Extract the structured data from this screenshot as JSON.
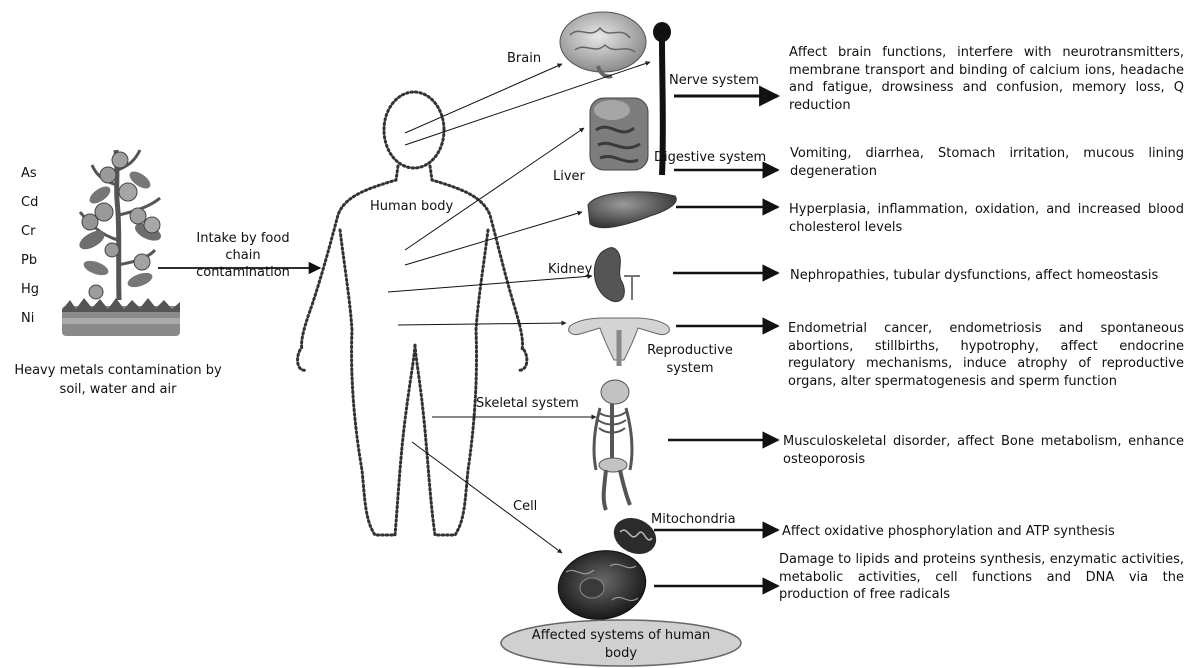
{
  "metals": [
    "As",
    "Cd",
    "Cr",
    "Pb",
    "Hg",
    "Ni"
  ],
  "source_caption": "Heavy metals contamination by soil, water and air",
  "intake_label": "Intake by food chain contamination",
  "human_body_label": "Human body",
  "organ_labels": {
    "brain": "Brain",
    "nerve": "Nerve system",
    "digestive": "Digestive system",
    "liver": "Liver",
    "kidney": "Kidney",
    "reproductive": "Reproductive system",
    "skeletal": "Skeletal system",
    "cell": "Cell",
    "mitochondria": "Mitochondria"
  },
  "effects": {
    "nerve": "Affect brain functions,  interfere with neurotransmitters, membrane transport and binding of calcium ions, headache and fatigue, drowsiness and confusion, memory loss, Q reduction",
    "digestive": "Vomiting, diarrhea, Stomach irritation, mucous lining degeneration",
    "liver": "Hyperplasia, inflammation, oxidation, and increased blood cholesterol levels",
    "kidney": "Nephropathies, tubular dysfunctions, affect homeostasis",
    "reproductive": "Endometrial cancer, endometriosis and spontaneous abortions, stillbirths, hypotrophy, affect endocrine regulatory mechanisms, induce atrophy of reproductive organs, alter spermatogenesis and sperm function",
    "skeletal": "Musculoskeletal disorder, affect Bone metabolism, enhance osteoporosis",
    "mitochondria": "Affect oxidative phosphorylation and ATP synthesis",
    "cell": "Damage to lipids and proteins synthesis, enzymatic activities, metabolic activities, cell functions and DNA via the production of free radicals"
  },
  "footer_label": "Affected systems of human body"
}
